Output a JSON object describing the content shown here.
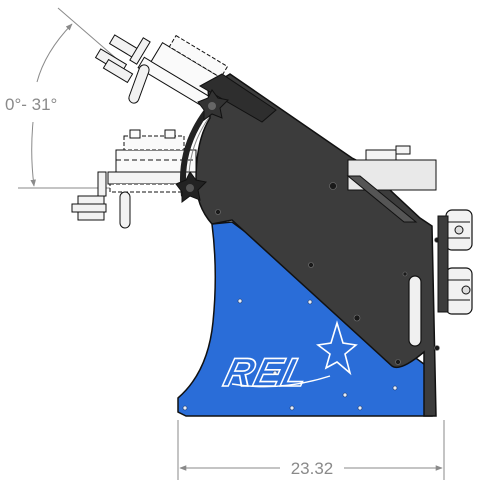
{
  "angle_dimension": {
    "label": "0°- 31°"
  },
  "width_dimension": {
    "label": "23.32"
  },
  "logo": {
    "text": "REL"
  },
  "colors": {
    "frame_blue": "#2a6dd8",
    "body_gray": "#3c3c3c",
    "dimension_gray": "#8a8a8a",
    "outline_black": "#111111"
  }
}
